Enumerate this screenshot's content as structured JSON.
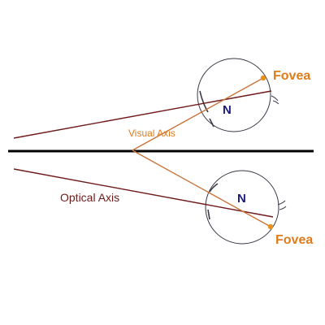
{
  "labels": {
    "fovea_top": "Fovea",
    "fovea_bottom": "Fovea",
    "n_top": "N",
    "n_bottom": "N",
    "visual_axis": "Visual Axis",
    "optical_axis": "Optical Axis"
  },
  "colors": {
    "optical_axis": "#6e1a1a",
    "visual_axis": "#c8743a",
    "fovea_text": "#e07b1a",
    "fovea_dot": "#e8901a",
    "nodal_text": "#1a1a7a",
    "midline": "#000000",
    "eye_outline": "#3a3a4a"
  }
}
